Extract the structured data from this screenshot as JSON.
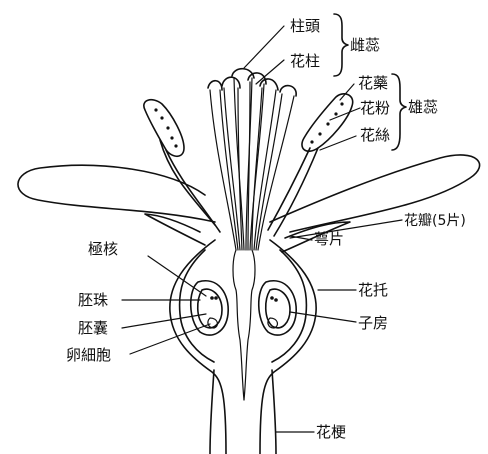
{
  "labels": {
    "stigma": "柱頭",
    "style": "花柱",
    "pistil": "雌蕊",
    "anther": "花藥",
    "pollen": "花粉",
    "filament": "花絲",
    "stamen": "雄蕊",
    "petal": "花瓣(5片)",
    "sepal": "萼片",
    "receptacle": "花托",
    "ovary": "子房",
    "pedicel": "花梗",
    "polar_nuclei": "極核",
    "ovule": "胚珠",
    "embryo_sac": "胚囊",
    "egg_cell": "卵細胞"
  }
}
